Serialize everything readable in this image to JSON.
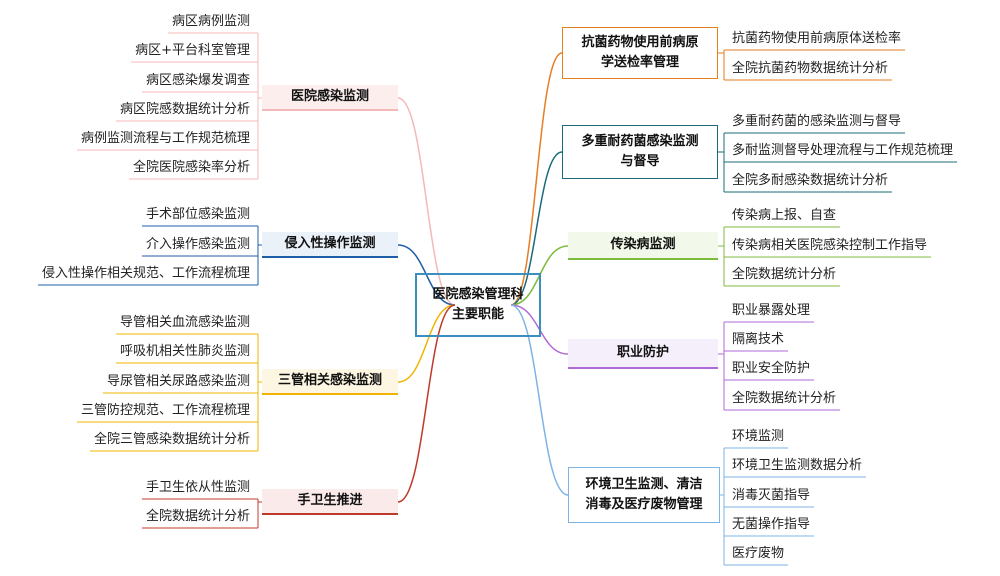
{
  "center": {
    "label_line1": "医院感染管理科",
    "label_line2": "主要职能"
  },
  "colors": {
    "center": "#3a8fc0",
    "infection_surveillance": "#f4b8b8",
    "invasive": "#1f5fa8",
    "three_tubes": "#f0b400",
    "hand_hygiene": "#c0392b",
    "antibiotic": "#e67e22",
    "mdro": "#1a6b7a",
    "communicable": "#7dbb3c",
    "occupational": "#b06ad8",
    "environment": "#7fb3e6"
  },
  "branches": {
    "infection_surveillance": {
      "label": "医院感染监测",
      "items": [
        "病区病例监测",
        "病区+平台科室管理",
        "病区感染爆发调查",
        "病区院感数据统计分析",
        "病例监测流程与工作规范梳理",
        "全院医院感染率分析"
      ]
    },
    "invasive": {
      "label": "侵入性操作监测",
      "items": [
        "手术部位感染监测",
        "介入操作感染监测",
        "侵入性操作相关规范、工作流程梳理"
      ]
    },
    "three_tubes": {
      "label": "三管相关感染监测",
      "items": [
        "导管相关血流感染监测",
        "呼吸机相关性肺炎监测",
        "导尿管相关尿路感染监测",
        "三管防控规范、工作流程梳理",
        "全院三管感染数据统计分析"
      ]
    },
    "hand_hygiene": {
      "label": "手卫生推进",
      "items": [
        "手卫生依从性监测",
        "全院数据统计分析"
      ]
    },
    "antibiotic": {
      "label_line1": "抗菌药物使用前病原",
      "label_line2": "学送检率管理",
      "items": [
        "抗菌药物使用前病原体送检率",
        "全院抗菌药物数据统计分析"
      ]
    },
    "mdro": {
      "label_line1": "多重耐药菌感染监测",
      "label_line2": "与督导",
      "items": [
        "多重耐药菌的感染监测与督导",
        "多耐监测督导处理流程与工作规范梳理",
        "全院多耐感染数据统计分析"
      ]
    },
    "communicable": {
      "label": "传染病监测",
      "items": [
        "传染病上报、自查",
        "传染病相关医院感染控制工作指导",
        "全院数据统计分析"
      ]
    },
    "occupational": {
      "label": "职业防护",
      "items": [
        "职业暴露处理",
        "隔离技术",
        "职业安全防护",
        "全院数据统计分析"
      ]
    },
    "environment": {
      "label_line1": "环境卫生监测、清洁",
      "label_line2": "消毒及医疗废物管理",
      "items": [
        "环境监测",
        "环境卫生监测数据分析",
        "消毒灭菌指导",
        "无菌操作指导",
        "医疗废物"
      ]
    }
  }
}
